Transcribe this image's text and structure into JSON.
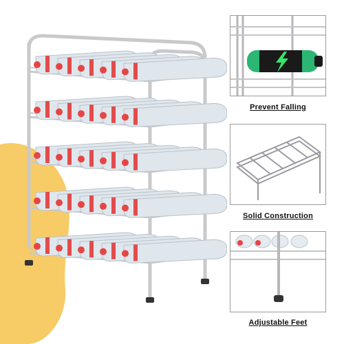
{
  "product": {
    "name": "bottle storage rack"
  },
  "colors": {
    "background_blob": "#f6c24a",
    "frame": "#c9c9cc",
    "frame_dark": "#8d8d92",
    "bottle": "#dfe6ec",
    "bottle_shadow": "#b9c3cc",
    "label_red": "#e23a3a",
    "cap_red": "#e64545",
    "battery_body": "#2bb673",
    "battery_dark": "#1a1a1a"
  },
  "rack": {
    "tiers": 5,
    "bottles_per_tier": 5
  },
  "features": [
    {
      "id": "prevent",
      "label": "Prevent Falling",
      "icon": "battery-bottle-icon"
    },
    {
      "id": "solid",
      "label": "Solid Construction",
      "icon": "wire-shelf-icon"
    },
    {
      "id": "feet",
      "label": "Adjustable Feet",
      "icon": "adjustable-foot-icon"
    }
  ]
}
